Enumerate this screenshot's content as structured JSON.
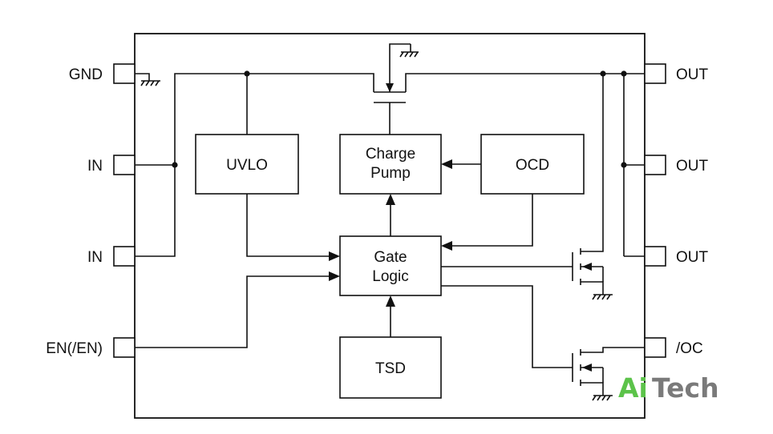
{
  "pins_left": [
    {
      "id": "gnd",
      "label": "GND"
    },
    {
      "id": "in1",
      "label": "IN"
    },
    {
      "id": "in2",
      "label": "IN"
    },
    {
      "id": "en",
      "label": "EN(/EN)"
    }
  ],
  "pins_right": [
    {
      "id": "out1",
      "label": "OUT"
    },
    {
      "id": "out2",
      "label": "OUT"
    },
    {
      "id": "out3",
      "label": "OUT"
    },
    {
      "id": "oc",
      "label": "/OC"
    }
  ],
  "blocks": {
    "uvlo": "UVLO",
    "charge_pump_line1": "Charge",
    "charge_pump_line2": "Pump",
    "ocd": "OCD",
    "gate_logic_line1": "Gate",
    "gate_logic_line2": "Logic",
    "tsd": "TSD"
  },
  "watermark": {
    "part1": "Ai",
    "part2": "Tech",
    "color1": "#5cc34a",
    "color2": "#7a7a7a"
  }
}
